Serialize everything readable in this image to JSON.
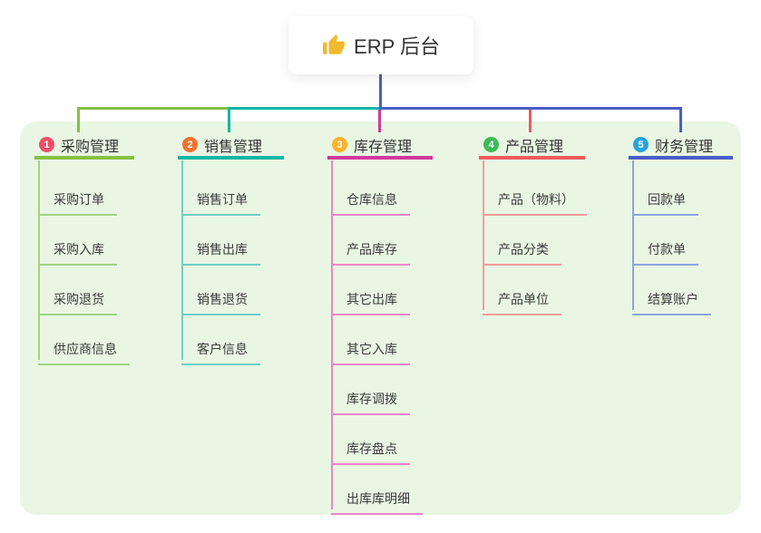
{
  "root": {
    "icon": "thumbs-up",
    "label": "ERP 后台"
  },
  "colors": {
    "panel_bg": "#e9f6e3",
    "branch_purchase": "#85c142",
    "branch_sales": "#10b6a7",
    "branch_inventory": "#d1389b",
    "branch_product": "#ee5a5e",
    "branch_finance": "#4a5dc7",
    "badge_1": "#ee4e68",
    "badge_2": "#f1722e",
    "badge_3": "#ffb12f",
    "badge_4": "#3bbc55",
    "badge_5": "#2ba3db",
    "root_connector": "#4a5dc7",
    "thumb_icon": "#f2b92e"
  },
  "branches": [
    {
      "number": "1",
      "title": "采购管理",
      "items": [
        "采购订单",
        "采购入库",
        "采购退货",
        "供应商信息"
      ]
    },
    {
      "number": "2",
      "title": "销售管理",
      "items": [
        "销售订单",
        "销售出库",
        "销售退货",
        "客户信息"
      ]
    },
    {
      "number": "3",
      "title": "库存管理",
      "items": [
        "仓库信息",
        "产品库存",
        "其它出库",
        "其它入库",
        "库存调拨",
        "库存盘点",
        "出库库明细"
      ]
    },
    {
      "number": "4",
      "title": "产品管理",
      "items": [
        "产品（物料）",
        "产品分类",
        "产品单位"
      ]
    },
    {
      "number": "5",
      "title": "财务管理",
      "items": [
        "回款单",
        "付款单",
        "结算账户"
      ]
    }
  ]
}
